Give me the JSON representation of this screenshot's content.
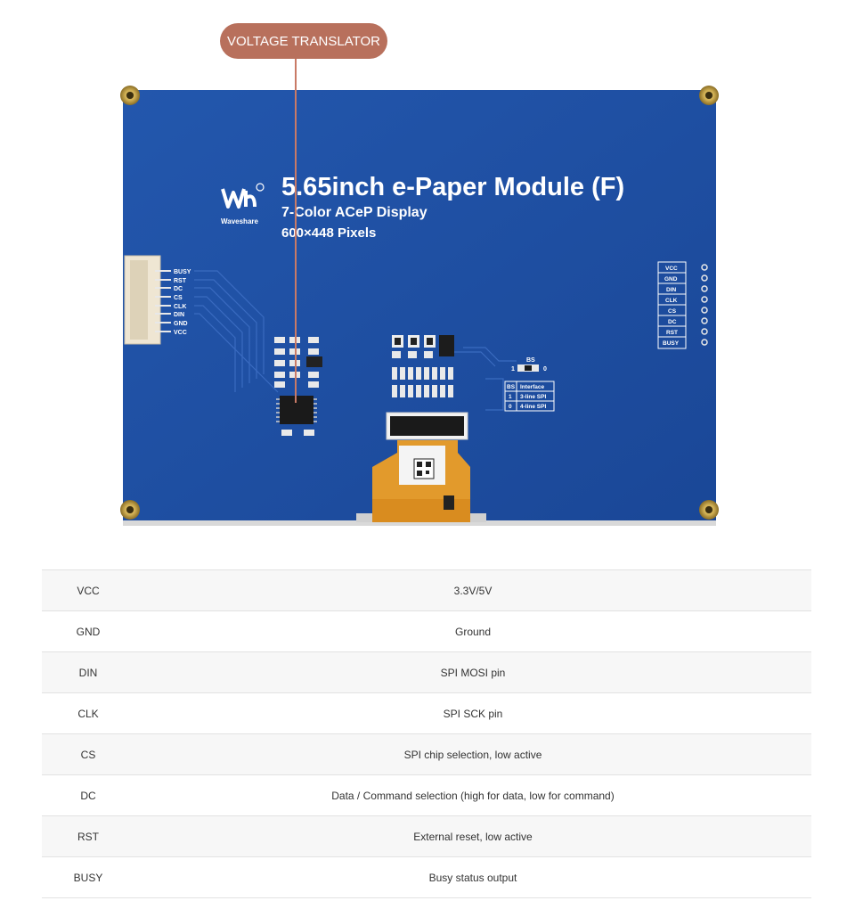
{
  "callout": {
    "label": "VOLTAGE TRANSLATOR"
  },
  "board": {
    "brand": "Waveshare",
    "title": "5.65inch e-Paper Module (F)",
    "subtitle": "7-Color ACeP Display",
    "resolution": "600×448 Pixels",
    "left_header_pins": [
      "BUSY",
      "RST",
      "DC",
      "CS",
      "CLK",
      "DIN",
      "GND",
      "VCC"
    ],
    "right_header_pins": [
      "VCC",
      "GND",
      "DIN",
      "CLK",
      "CS",
      "DC",
      "RST",
      "BUSY"
    ],
    "switch_label": "BS",
    "switch_left": "1",
    "switch_right": "0",
    "interface_table": {
      "header": [
        "BS",
        "Interface"
      ],
      "rows": [
        [
          "1",
          "3-line SPI"
        ],
        [
          "0",
          "4-line SPI"
        ]
      ]
    },
    "colors": {
      "pcb": "#1d4ea2",
      "silk": "#ffffff",
      "flex": "#e29a2c"
    }
  },
  "pin_table": [
    {
      "pin": "VCC",
      "description": "3.3V/5V"
    },
    {
      "pin": "GND",
      "description": "Ground"
    },
    {
      "pin": "DIN",
      "description": "SPI MOSI pin"
    },
    {
      "pin": "CLK",
      "description": "SPI SCK pin"
    },
    {
      "pin": "CS",
      "description": "SPI chip selection, low active"
    },
    {
      "pin": "DC",
      "description": "Data / Command selection (high for data, low for command)"
    },
    {
      "pin": "RST",
      "description": "External reset, low active"
    },
    {
      "pin": "BUSY",
      "description": "Busy status output"
    }
  ]
}
